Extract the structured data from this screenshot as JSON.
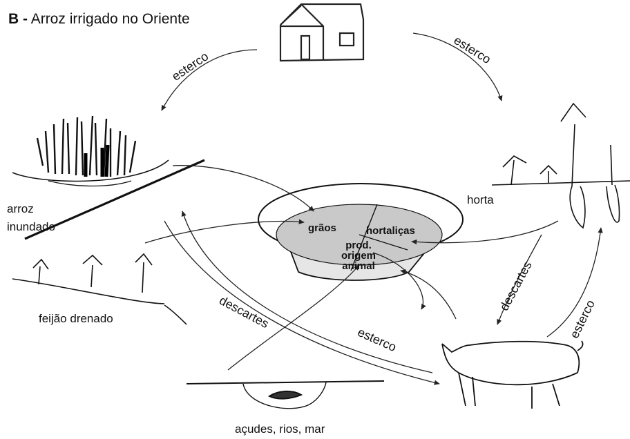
{
  "title": {
    "prefix": "B -",
    "text": "Arroz irrigado no Oriente"
  },
  "nodes": {
    "rice": "arroz\ninundado",
    "garden": "horta",
    "beans": "feijão  drenado",
    "water": "açudes, rios, mar"
  },
  "bowl": {
    "sections": [
      "grãos",
      "hortaliças",
      "prod.\norigem\nanimal"
    ]
  },
  "flows": {
    "house_to_rice": "esterco",
    "house_to_garden": "esterco",
    "garden_to_pig_discard": "descartes",
    "pig_to_garden_manure": "esterco",
    "bowl_discard": "descartes",
    "pig_manure_center": "esterco"
  }
}
